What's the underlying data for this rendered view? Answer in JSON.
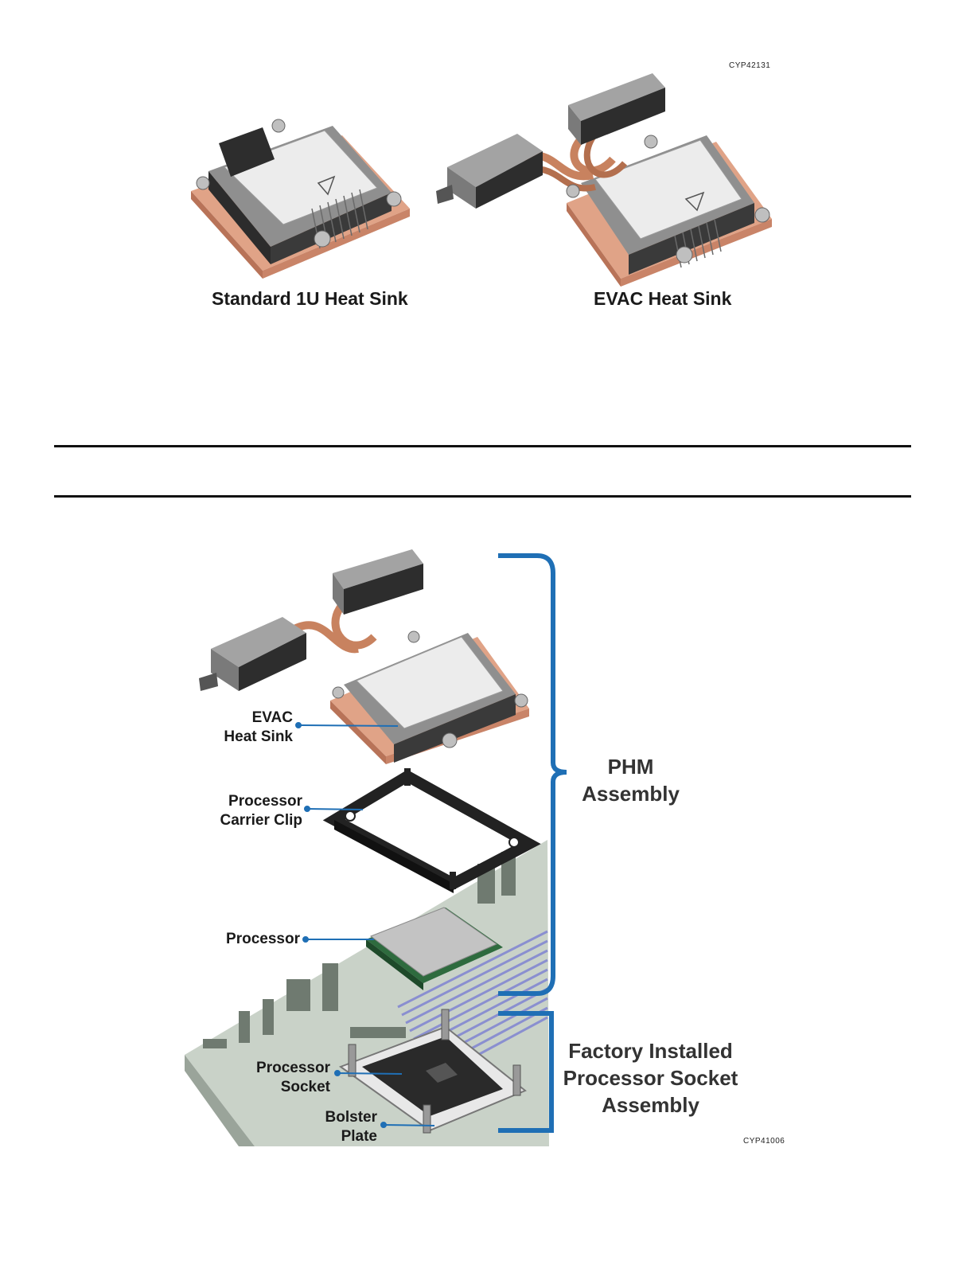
{
  "figure1": {
    "code": "CYP42131",
    "captions": [
      "Standard 1U Heat Sink",
      "EVAC Heat Sink"
    ]
  },
  "figure2": {
    "code": "CYP41006",
    "labels": {
      "evac_line1": "EVAC",
      "evac_line2": "Heat Sink",
      "clip_line1": "Processor",
      "clip_line2": "Carrier Clip",
      "processor": "Processor",
      "socket_line1": "Processor",
      "socket_line2": "Socket",
      "bolster_line1": "Bolster",
      "bolster_line2": "Plate"
    },
    "groups": {
      "phm_line1": "PHM",
      "phm_line2": "Assembly",
      "factory_line1": "Factory Installed",
      "factory_line2": "Processor Socket",
      "factory_line3": "Assembly"
    }
  },
  "colors": {
    "callout_blue": "#1f6fb5",
    "copper": "#d9967a",
    "fin": "#2b2b2b",
    "board": "#c9d2c8"
  }
}
